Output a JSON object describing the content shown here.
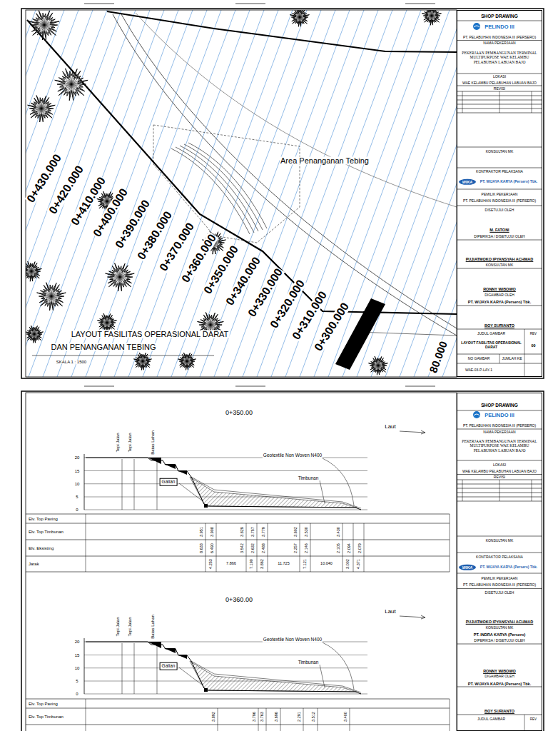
{
  "diagram": {
    "nodes": [
      {
        "text": [
          "SHOP DRAWING",
          "PELINDO III",
          "PT. PELABUHAN INDONESIA III (PERSERO)",
          "NAMA PEKERJAAN",
          "PEKERJAAN PEMBANGUNAN TERMINAL MULTIPURPOSE WAE KELAMBU PELABUHAN LABUAN BAJO",
          "LOKASI",
          "WAE KELAMBU PELABUHAN LABUAN BAJO",
          "REVISI",
          "KONSULTAN MK",
          "KONTRAKTOR PELAKSANA",
          "WIKA",
          "PT. WIJAYA KARYA (Persero) Tbk.",
          "PEMILIK PEKERJAAN",
          "PT. PELABUHAN INDONESIA III (PERSERO)",
          "DISETUJUI OLEH",
          "M. FATONI",
          "DIPERIKSA / DISETUJUI OLEH",
          "PUJIATMOKO IPYANSYAH ACHMAD",
          "KONSULTAN MK",
          "RONNY WIBOWO",
          "DIGAMBAR OLEH",
          "PT. WIJAYA KARYA (Persero) Tbk.",
          "BOY SURIANTO",
          "JUDUL GAMBAR",
          "REV",
          "LAYOUT FASILITAS OPERASIONAL DARAT",
          "00",
          "NO GAMBAR",
          "JUMLAH KE",
          "WAE-03-P-LAY-1"
        ]
      },
      {
        "text": [
          "SHOP DRAWING",
          "PELINDO III",
          "PT. PELABUHAN INDONESIA III (PERSERO)",
          "NAMA PEKERJAAN",
          "PEKERJAAN PEMBANGUNAN TERMINAL MULTIPURPOSE WAE KELAMBU PELABUHAN LABUAN BAJO",
          "LOKASI",
          "WAE KELAMBU PELABUHAN LABUAN BAJO",
          "REVISI",
          "KONSULTAN MK",
          "KONTRAKTOR PELAKSANA",
          "WIKA",
          "PT. WIJAYA KARYA (Persero) Tbk.",
          "PEMILIK PEKERJAAN",
          "PT. PELABUHAN INDONESIA III (PERSERO)",
          "DISETUJUI OLEH",
          "PUJIATMOKO IPYANSYAH ACHMAD",
          "KONSULTAN MK",
          "PT. INDRA KARYA (Persero)",
          "DIPERIKSA / DISETUJUI OLEH",
          "RONNY WIBOWO",
          "DIGAMBAR OLEH",
          "PT. WIJAYA KARYA (Persero) Tbk.",
          "BOY SURIANTO",
          "JUDUL GAMBAR",
          "REV"
        ]
      }
    ],
    "labels": [
      "0+430.000",
      "0+420.000",
      "0+410.000",
      "0+400.000",
      "0+390.000",
      "0+380.000",
      "0+370.000",
      "0+360.000",
      "0+350.000",
      "0+340.000",
      "0+330.000",
      "0+320.000",
      "0+310.000",
      "0+300.000",
      "Area Penanganan Tebing",
      "LAYOUT FASILITAS OPERASIONAL DARAT",
      "DAN PENANGANAN TEBING",
      "SKALA 1 : 1500",
      "80.000",
      "0+350.00",
      "Laut",
      "20",
      "15",
      "10",
      "5",
      "0",
      "Tepi Jalan",
      "Tepi Jalan",
      "Batas Lahan",
      "Geotextile Non Woven N400",
      "Galian",
      "Timbunan",
      "Elv. Top Paving",
      "Elv. Top Timbunan",
      "Elv. Eksisting",
      "Jarak",
      "3.951",
      "3.908",
      "3.829",
      "3.757",
      "3.779",
      "3.602",
      "3.530",
      "3.430",
      "8.633",
      "6.490",
      "3.542",
      "2.632",
      "2.488",
      "2.257",
      "2.146",
      "2.105",
      "2.094",
      "2.079",
      "4.253",
      "7.866",
      "7.190",
      "3.862",
      "11.725",
      "7.121",
      "10.040",
      "3.002",
      "4.371",
      "0+360.00",
      "Laut",
      "20",
      "15",
      "10",
      "5",
      "0",
      "Tepi Jalan",
      "Tepi Jalan",
      "Batas Lahan",
      "Geotextile Non Woven N400",
      "Galian",
      "Timbunan",
      "Elv. Top Paving",
      "Elv. Top Timbunan",
      "3.892",
      "3.796",
      "3.763",
      "3.696",
      "2.291",
      "3.512",
      "3.400"
    ]
  }
}
